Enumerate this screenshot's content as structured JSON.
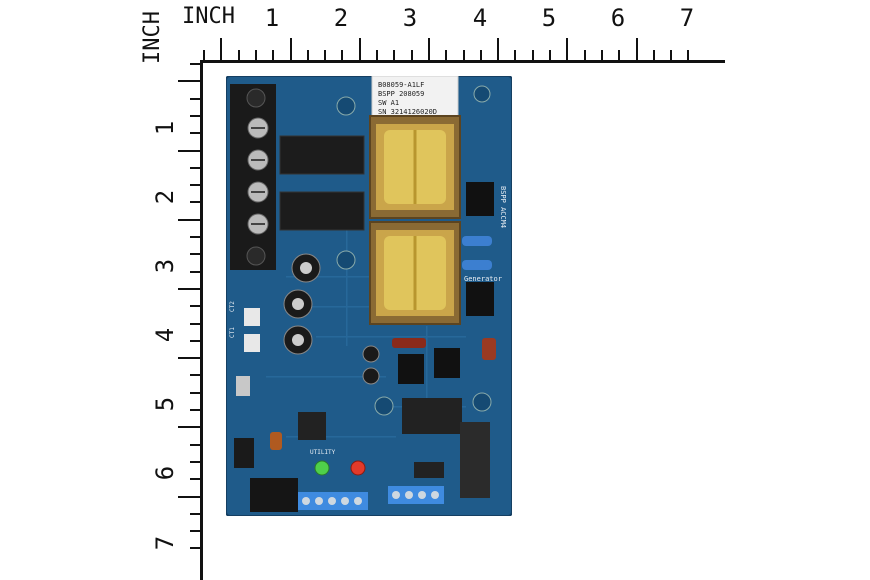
{
  "ruler": {
    "unit_label": "INCH",
    "horizontal_numbers": [
      "1",
      "2",
      "3",
      "4",
      "5",
      "6",
      "7"
    ],
    "vertical_numbers": [
      "1",
      "2",
      "3",
      "4",
      "5",
      "6",
      "7"
    ]
  },
  "board": {
    "label_lines": [
      "B08059-A1LF",
      "BSPP 208059",
      "SW A1",
      "SN 3214126020D"
    ],
    "side_text_1": "BSPP ACCM4",
    "side_text_2": "Generator",
    "side_text_3": "CT1",
    "side_text_4": "CT2",
    "side_text_5": "UTILITY"
  }
}
